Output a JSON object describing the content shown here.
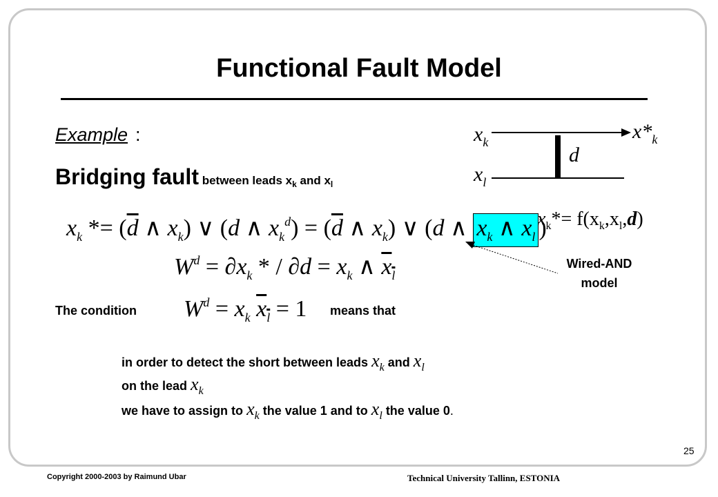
{
  "slide": {
    "title": "Functional Fault Model",
    "example_label": "Example",
    "example_colon": ":",
    "bridging_bold": "Bridging fault",
    "bridging_rest": " between leads x",
    "bridging_sub_k": "k",
    "bridging_and": " and x",
    "bridging_sub_l": "l",
    "page_number": "25",
    "copyright": "Copyright 2000-2003 by Raimund Ubar",
    "university": "Technical University Tallinn, ESTONIA"
  },
  "circuit": {
    "in1": "x",
    "in1_sub": "k",
    "in2": "x",
    "in2_sub": "l",
    "out": "x*",
    "out_sub": "k",
    "bridge_label": "d",
    "formula": "x",
    "formula_sub_k": "k",
    "formula_eq": "*= f(x",
    "formula_sub_k2": "k",
    "formula_comma": ",x",
    "formula_sub_l": "l",
    "formula_end": ",",
    "formula_d": "d",
    "formula_close": ")"
  },
  "annotation": {
    "wired_and": "Wired-AND model"
  },
  "condition": {
    "prefix": "The condition",
    "suffix": "means that"
  },
  "explanation": {
    "line1_a": "in order to detect the short between leads",
    "line1_and": "and",
    "line2_a": "on the lead",
    "line3_a": "we have to assign to",
    "line3_b": "the value 1 and to",
    "line3_c": "the value 0",
    "line3_dot": ".",
    "var_x": "x",
    "sub_k": "k",
    "sub_l": "l"
  }
}
